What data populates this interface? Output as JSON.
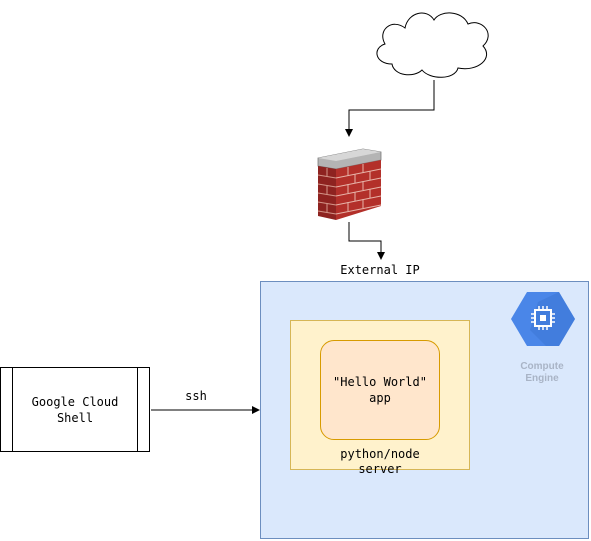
{
  "diagram": {
    "external_ip_label": "External IP",
    "ssh_label": "ssh",
    "shell": {
      "line1": "Google Cloud",
      "line2": "Shell"
    },
    "app": {
      "line1": "\"Hello World\"",
      "line2": "app"
    },
    "server": {
      "line1": "python/node",
      "line2": "server"
    },
    "compute_engine": {
      "line1": "Compute",
      "line2": "Engine"
    }
  },
  "colors": {
    "ce_fill": "#dae8fc",
    "ce_stroke": "#6c8ebf",
    "server_fill": "#fff2cc",
    "server_stroke": "#d6b656",
    "app_fill": "#ffe6cc",
    "app_stroke": "#d79b00",
    "gcp_blue": "#4a86e8",
    "brick_red": "#b3302a"
  },
  "icons": [
    "cloud-icon",
    "firewall-icon",
    "compute-engine-icon"
  ]
}
